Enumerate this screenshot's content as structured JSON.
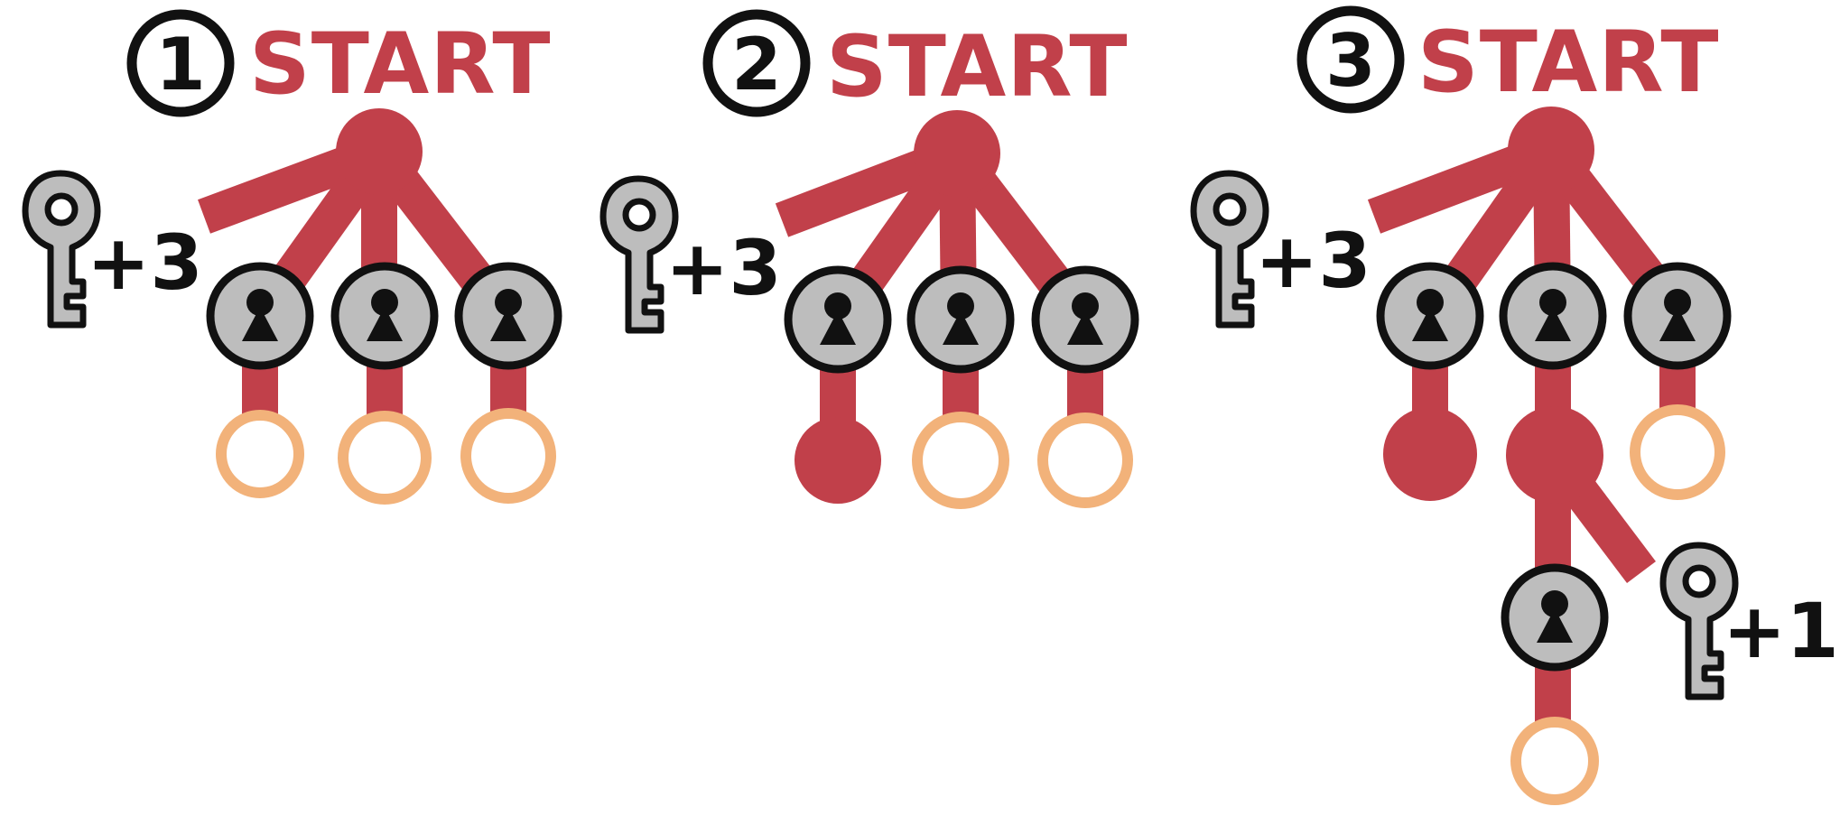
{
  "colors": {
    "path": "#c1404a",
    "lock_fill": "#bdbdbd",
    "key_fill": "#bdbdbd",
    "outline": "#111111",
    "open_node_ring": "#f2b27a",
    "background": "#ffffff"
  },
  "icons": {
    "key": "key-icon",
    "lock": "keyhole-lock-icon"
  },
  "panels": [
    {
      "step": "1",
      "start_label": "START",
      "keys": [
        {
          "label": "+3"
        }
      ],
      "locks_at_depth_1": 3,
      "opened_branches": []
    },
    {
      "step": "2",
      "start_label": "START",
      "keys": [
        {
          "label": "+3"
        }
      ],
      "locks_at_depth_1": 3,
      "opened_branches": [
        "left"
      ]
    },
    {
      "step": "3",
      "start_label": "START",
      "keys": [
        {
          "label": "+3"
        },
        {
          "label": "+1"
        }
      ],
      "locks_at_depth_1": 3,
      "opened_branches": [
        "left",
        "middle"
      ],
      "extra_lock_below": "middle"
    }
  ]
}
